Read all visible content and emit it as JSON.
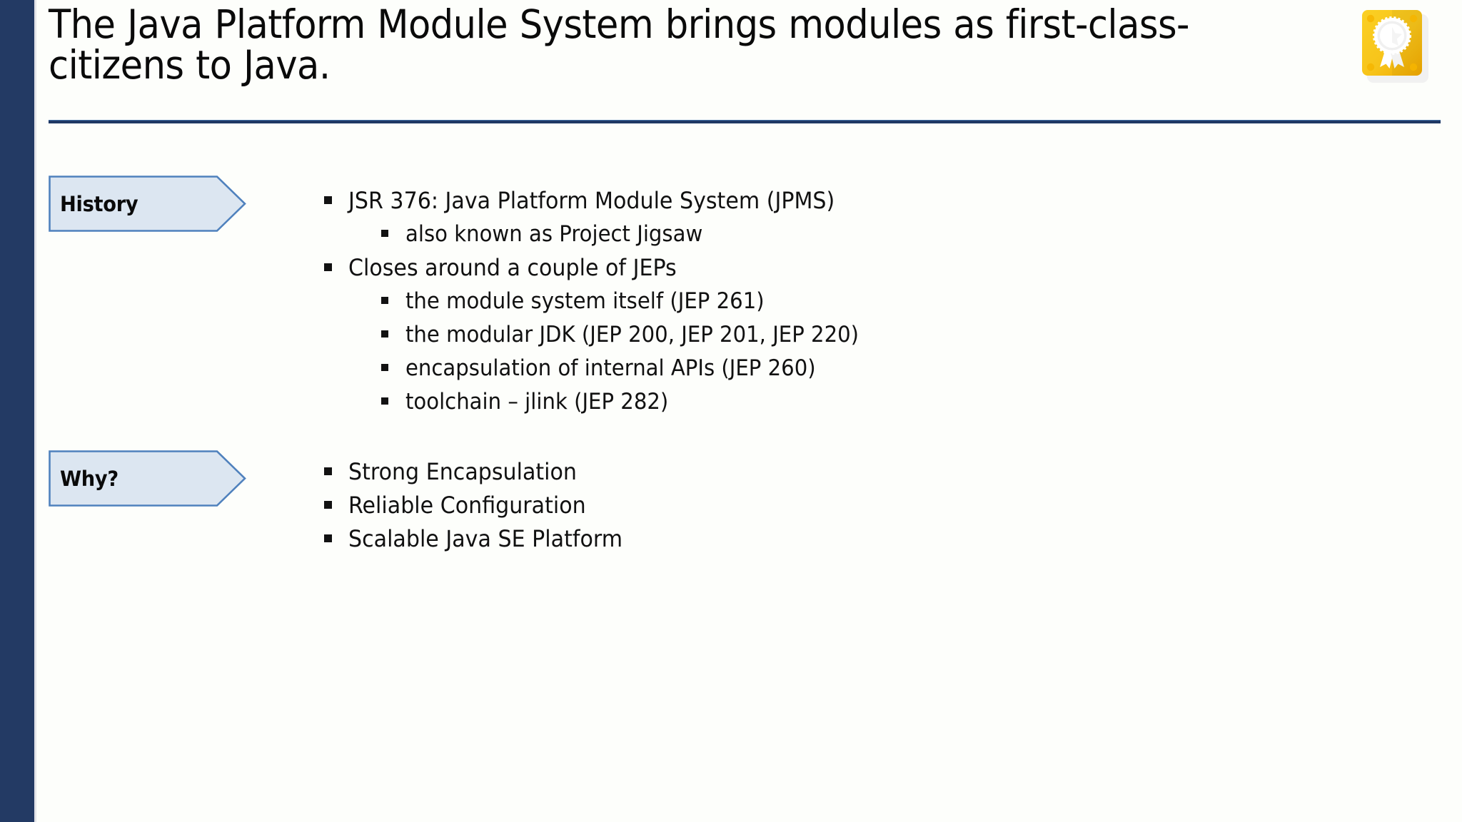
{
  "slide": {
    "title": "The Java Platform Module System brings modules as first-class-citizens to Java.",
    "background_color": "#FDFEFB",
    "accent_bar_color": "#233A64",
    "rule_color": "#1F3864"
  },
  "badge": {
    "icon_name": "award-badge-icon",
    "card_color": "#F7C324",
    "card_color_dark": "#F0A800",
    "ribbon_color": "#FFFFFF"
  },
  "sections": [
    {
      "label": "History",
      "chevron_fill": "#DCE6F1",
      "chevron_stroke": "#4F81BD",
      "bullets": [
        {
          "level": 1,
          "text": "JSR 376: Java Platform Module System (JPMS)"
        },
        {
          "level": 2,
          "text": "also known as Project Jigsaw"
        },
        {
          "level": 1,
          "text": "Closes around a couple of JEPs"
        },
        {
          "level": 2,
          "text": "the module system itself (JEP 261)"
        },
        {
          "level": 2,
          "text": "the modular JDK (JEP 200, JEP 201, JEP 220)"
        },
        {
          "level": 2,
          "text": "encapsulation of internal APIs (JEP 260)"
        },
        {
          "level": 2,
          "text": "toolchain – jlink (JEP 282)"
        }
      ]
    },
    {
      "label": "Why?",
      "chevron_fill": "#DCE6F1",
      "chevron_stroke": "#4F81BD",
      "bullets": [
        {
          "level": 1,
          "text": "Strong Encapsulation"
        },
        {
          "level": 1,
          "text": "Reliable Configuration"
        },
        {
          "level": 1,
          "text": "Scalable Java SE Platform"
        }
      ]
    }
  ]
}
